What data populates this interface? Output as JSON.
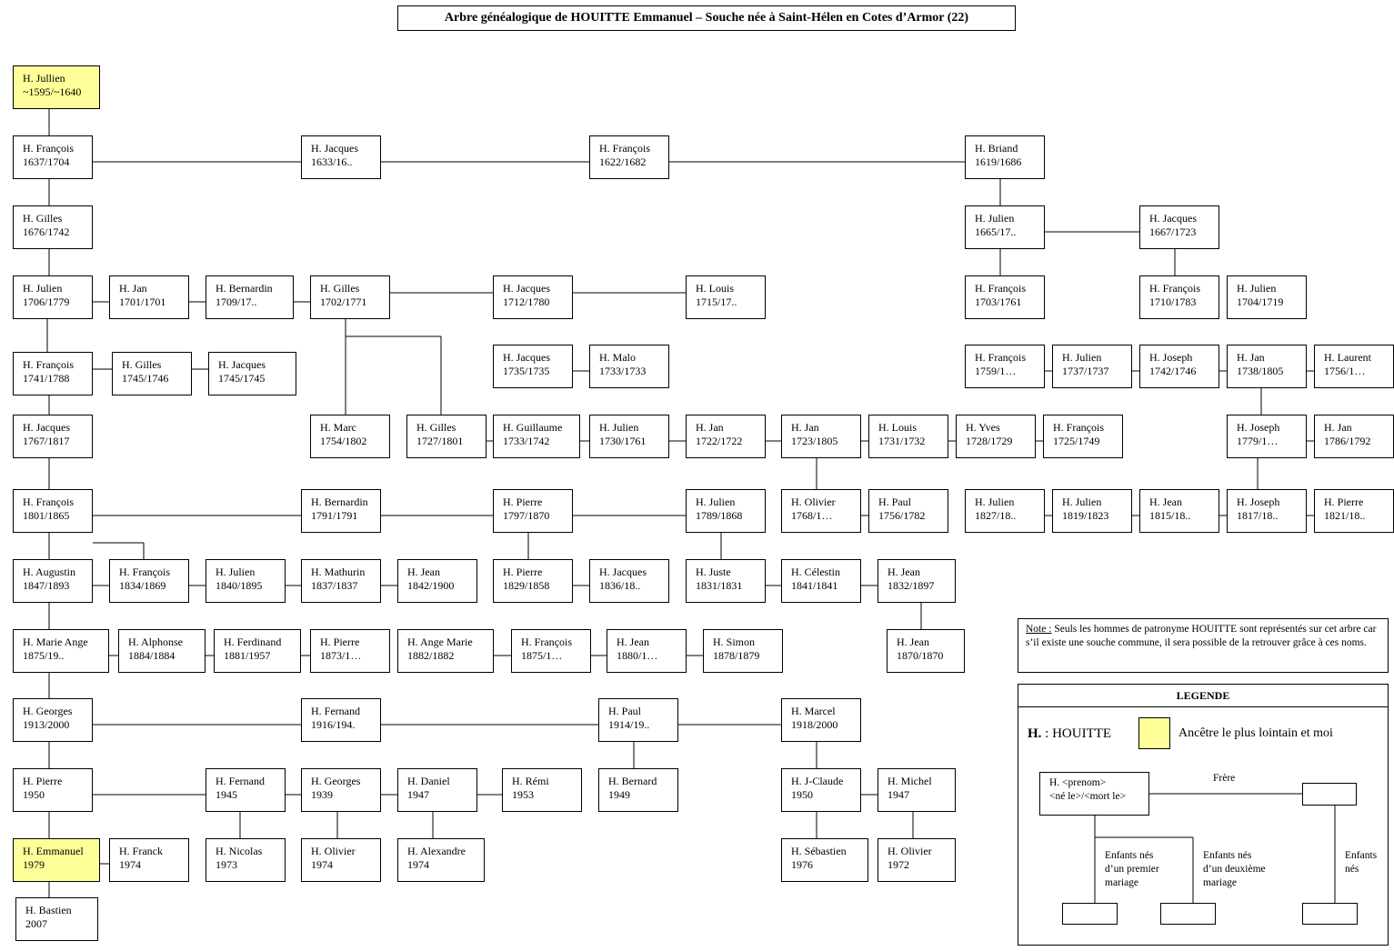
{
  "title": "Arbre généalogique de HOUITTE Emmanuel – Souche née à Saint-Hélen en Cotes d’Armor (22)",
  "persons": [
    {
      "id": "julien_1595",
      "name": "H. Jullien",
      "dates": "~1595/~1640",
      "highlight": true
    },
    {
      "id": "francois_1637",
      "name": "H. François",
      "dates": "1637/1704"
    },
    {
      "id": "jacques_1633",
      "name": "H. Jacques",
      "dates": "1633/16.."
    },
    {
      "id": "francois_1622",
      "name": "H. François",
      "dates": "1622/1682"
    },
    {
      "id": "briand_1619",
      "name": "H. Briand",
      "dates": "1619/1686"
    },
    {
      "id": "gilles_1676",
      "name": "H. Gilles",
      "dates": "1676/1742"
    },
    {
      "id": "julien_1665",
      "name": "H. Julien",
      "dates": "1665/17.."
    },
    {
      "id": "jacques_1667",
      "name": "H. Jacques",
      "dates": "1667/1723"
    },
    {
      "id": "julien_1706",
      "name": "H. Julien",
      "dates": "1706/1779"
    },
    {
      "id": "jan_1701",
      "name": "H. Jan",
      "dates": "1701/1701"
    },
    {
      "id": "bernardin_1709",
      "name": "H. Bernardin",
      "dates": "1709/17.."
    },
    {
      "id": "gilles_1702",
      "name": "H. Gilles",
      "dates": "1702/1771"
    },
    {
      "id": "jacques_1712",
      "name": "H. Jacques",
      "dates": "1712/1780"
    },
    {
      "id": "louis_1715",
      "name": "H. Louis",
      "dates": "1715/17.."
    },
    {
      "id": "francois_1703",
      "name": "H. François",
      "dates": "1703/1761"
    },
    {
      "id": "francois_1710",
      "name": "H. François",
      "dates": "1710/1783"
    },
    {
      "id": "julien_1704",
      "name": "H. Julien",
      "dates": "1704/1719"
    },
    {
      "id": "francois_1741",
      "name": "H. François",
      "dates": "1741/1788"
    },
    {
      "id": "gilles_1745",
      "name": "H. Gilles",
      "dates": "1745/1746"
    },
    {
      "id": "jacques_1745",
      "name": "H. Jacques",
      "dates": "1745/1745"
    },
    {
      "id": "jacques_1735",
      "name": "H. Jacques",
      "dates": "1735/1735"
    },
    {
      "id": "malo_1733",
      "name": "H. Malo",
      "dates": "1733/1733"
    },
    {
      "id": "francois_1759",
      "name": "H. François",
      "dates": "1759/1…"
    },
    {
      "id": "julien_1737",
      "name": "H. Julien",
      "dates": "1737/1737"
    },
    {
      "id": "joseph_1742",
      "name": "H. Joseph",
      "dates": "1742/1746"
    },
    {
      "id": "jan_1738",
      "name": "H. Jan",
      "dates": "1738/1805"
    },
    {
      "id": "laurent_1756",
      "name": "H. Laurent",
      "dates": "1756/1…"
    },
    {
      "id": "jacques_1767",
      "name": "H. Jacques",
      "dates": "1767/1817"
    },
    {
      "id": "marc_1754",
      "name": "H. Marc",
      "dates": "1754/1802"
    },
    {
      "id": "gilles_1727",
      "name": "H. Gilles",
      "dates": "1727/1801"
    },
    {
      "id": "guillaume_1733",
      "name": "H. Guillaume",
      "dates": "1733/1742"
    },
    {
      "id": "julien_1730",
      "name": "H. Julien",
      "dates": "1730/1761"
    },
    {
      "id": "jan_1722",
      "name": "H. Jan",
      "dates": "1722/1722"
    },
    {
      "id": "jan_1723",
      "name": "H. Jan",
      "dates": "1723/1805"
    },
    {
      "id": "louis_1731",
      "name": "H. Louis",
      "dates": "1731/1732"
    },
    {
      "id": "yves_1728",
      "name": "H. Yves",
      "dates": "1728/1729"
    },
    {
      "id": "francois_1725",
      "name": "H. François",
      "dates": "1725/1749"
    },
    {
      "id": "joseph_1779",
      "name": "H. Joseph",
      "dates": "1779/1…"
    },
    {
      "id": "jan_1786",
      "name": "H. Jan",
      "dates": "1786/1792"
    },
    {
      "id": "francois_1801",
      "name": "H. François",
      "dates": "1801/1865"
    },
    {
      "id": "bernardin_1791",
      "name": "H. Bernardin",
      "dates": "1791/1791"
    },
    {
      "id": "pierre_1797",
      "name": "H. Pierre",
      "dates": "1797/1870"
    },
    {
      "id": "julien_1789",
      "name": "H. Julien",
      "dates": "1789/1868"
    },
    {
      "id": "olivier_1768",
      "name": "H. Olivier",
      "dates": "1768/1…"
    },
    {
      "id": "paul_1756",
      "name": "H. Paul",
      "dates": "1756/1782"
    },
    {
      "id": "julien_1827",
      "name": "H. Julien",
      "dates": "1827/18.."
    },
    {
      "id": "julien_1819",
      "name": "H. Julien",
      "dates": "1819/1823"
    },
    {
      "id": "jean_1815",
      "name": "H. Jean",
      "dates": "1815/18.."
    },
    {
      "id": "joseph_1817",
      "name": "H. Joseph",
      "dates": "1817/18.."
    },
    {
      "id": "pierre_1821",
      "name": "H. Pierre",
      "dates": "1821/18.."
    },
    {
      "id": "augustin_1847",
      "name": "H. Augustin",
      "dates": "1847/1893"
    },
    {
      "id": "francois_1834",
      "name": "H. François",
      "dates": "1834/1869"
    },
    {
      "id": "julien_1840",
      "name": "H. Julien",
      "dates": "1840/1895"
    },
    {
      "id": "mathurin_1837",
      "name": "H. Mathurin",
      "dates": "1837/1837"
    },
    {
      "id": "jean_1842",
      "name": "H. Jean",
      "dates": "1842/1900"
    },
    {
      "id": "pierre_1829",
      "name": "H. Pierre",
      "dates": "1829/1858"
    },
    {
      "id": "jacques_1836",
      "name": "H. Jacques",
      "dates": "1836/18.."
    },
    {
      "id": "juste_1831",
      "name": "H. Juste",
      "dates": "1831/1831"
    },
    {
      "id": "celestin_1841",
      "name": "H. Célestin",
      "dates": "1841/1841"
    },
    {
      "id": "jean_1832",
      "name": "H. Jean",
      "dates": "1832/1897"
    },
    {
      "id": "marieange_1875",
      "name": "H. Marie Ange",
      "dates": "1875/19.."
    },
    {
      "id": "alphonse_1884",
      "name": "H. Alphonse",
      "dates": "1884/1884"
    },
    {
      "id": "ferdinand_1881",
      "name": "H. Ferdinand",
      "dates": "1881/1957"
    },
    {
      "id": "pierre_1873",
      "name": "H. Pierre",
      "dates": "1873/1…"
    },
    {
      "id": "angemarie_1882",
      "name": "H. Ange Marie",
      "dates": "1882/1882"
    },
    {
      "id": "francois_1875",
      "name": "H. François",
      "dates": "1875/1…"
    },
    {
      "id": "jean_1880",
      "name": "H. Jean",
      "dates": "1880/1…"
    },
    {
      "id": "simon_1878",
      "name": "H. Simon",
      "dates": "1878/1879"
    },
    {
      "id": "jean_1870",
      "name": "H. Jean",
      "dates": "1870/1870"
    },
    {
      "id": "georges_1913",
      "name": "H. Georges",
      "dates": "1913/2000"
    },
    {
      "id": "fernand_1916",
      "name": "H. Fernand",
      "dates": "1916/194."
    },
    {
      "id": "paul_1914",
      "name": "H. Paul",
      "dates": "1914/19.."
    },
    {
      "id": "marcel_1918",
      "name": "H. Marcel",
      "dates": "1918/2000"
    },
    {
      "id": "pierre_1950",
      "name": "H. Pierre",
      "dates": "1950"
    },
    {
      "id": "fernand_1945",
      "name": "H. Fernand",
      "dates": "1945"
    },
    {
      "id": "georges_1939",
      "name": "H. Georges",
      "dates": "1939"
    },
    {
      "id": "daniel_1947",
      "name": "H. Daniel",
      "dates": "1947"
    },
    {
      "id": "remi_1953",
      "name": "H. Rémi",
      "dates": "1953"
    },
    {
      "id": "bernard_1949",
      "name": "H. Bernard",
      "dates": "1949"
    },
    {
      "id": "jclaude_1950",
      "name": "H. J-Claude",
      "dates": "1950"
    },
    {
      "id": "michel_1947",
      "name": "H. Michel",
      "dates": "1947"
    },
    {
      "id": "emmanuel_1979",
      "name": "H. Emmanuel",
      "dates": "1979",
      "highlight": true
    },
    {
      "id": "franck_1974",
      "name": "H. Franck",
      "dates": "1974"
    },
    {
      "id": "nicolas_1973",
      "name": "H. Nicolas",
      "dates": "1973"
    },
    {
      "id": "olivier_1974",
      "name": "H. Olivier",
      "dates": "1974"
    },
    {
      "id": "alexandre_1974",
      "name": "H. Alexandre",
      "dates": "1974"
    },
    {
      "id": "sebastien_1976",
      "name": "H. Sébastien",
      "dates": "1976"
    },
    {
      "id": "olivier_1972",
      "name": "H. Olivier",
      "dates": "1972"
    },
    {
      "id": "bastien_2007",
      "name": "H. Bastien",
      "dates": "2007"
    }
  ],
  "note": {
    "label": "Note :",
    "text": " Seuls les hommes de patronyme HOUITTE sont représentés sur cet arbre car s’il existe une souche commune, il sera possible de la retrouver grâce à ces noms."
  },
  "legend": {
    "title": "LEGENDE",
    "abbr": "H.",
    "abbr_meaning": " : HOUITTE",
    "highlight_meaning": "Ancêtre le plus lointain et moi",
    "sample_line1": "H. <prenom>",
    "sample_line2": "<né le>/<mort le>",
    "brother_label": "Frère",
    "first_marriage": [
      "Enfants nés",
      "d’un premier",
      "mariage"
    ],
    "second_marriage": [
      "Enfants nés",
      "d’un deuxième",
      "mariage"
    ],
    "children": [
      "Enfants",
      "nés"
    ],
    "highlight_color": "#ffff99"
  }
}
